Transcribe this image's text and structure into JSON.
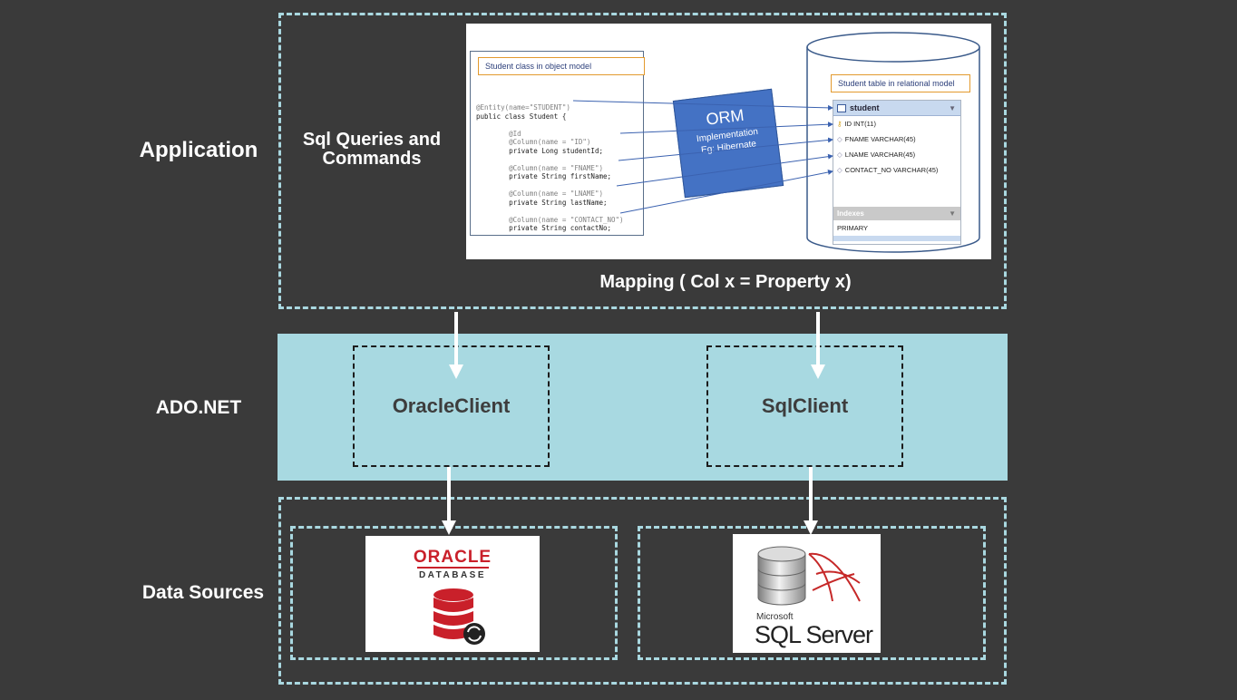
{
  "layers": {
    "application": "Application",
    "ado_net": "ADO.NET",
    "data_sources": "Data Sources"
  },
  "app_box": {
    "sql_label": "Sql Queries and\nCommands",
    "mapping_label": "Mapping ( Col x = Property x)"
  },
  "orm_figure": {
    "object_model_label": "Student class in object model",
    "relational_model_label": "Student table in relational model",
    "orm_title": "ORM",
    "orm_sub1": "Implementation",
    "orm_sub2": "Eg: Hibernate",
    "code_lines": [
      "@Entity(name=\"STUDENT\")",
      "public class Student {",
      "",
      "        @Id",
      "        @Column(name = \"ID\")",
      "        private Long studentId;",
      "",
      "        @Column(name = \"FNAME\")",
      "        private String firstName;",
      "",
      "        @Column(name = \"LNAME\")",
      "        private String lastName;",
      "",
      "        @Column(name = \"CONTACT_NO\")",
      "        private String contactNo;"
    ],
    "table_name": "student",
    "columns": [
      "ID INT(11)",
      "FNAME VARCHAR(45)",
      "LNAME VARCHAR(45)",
      "CONTACT_NO VARCHAR(45)"
    ],
    "indexes_label": "Indexes",
    "index_value": "PRIMARY"
  },
  "clients": {
    "oracle": "OracleClient",
    "sql": "SqlClient"
  },
  "data_sources": {
    "oracle_logo_word": "ORACLE",
    "oracle_logo_sub": "DATABASE",
    "sql_logo_top": "Microsoft",
    "sql_logo_main": "SQL Server"
  },
  "colors": {
    "background": "#3a3a3a",
    "dash": "#a9d8e0",
    "ado_band": "#a8d9e1",
    "orm_blue": "#4472c4",
    "oracle_red": "#c9202a"
  }
}
